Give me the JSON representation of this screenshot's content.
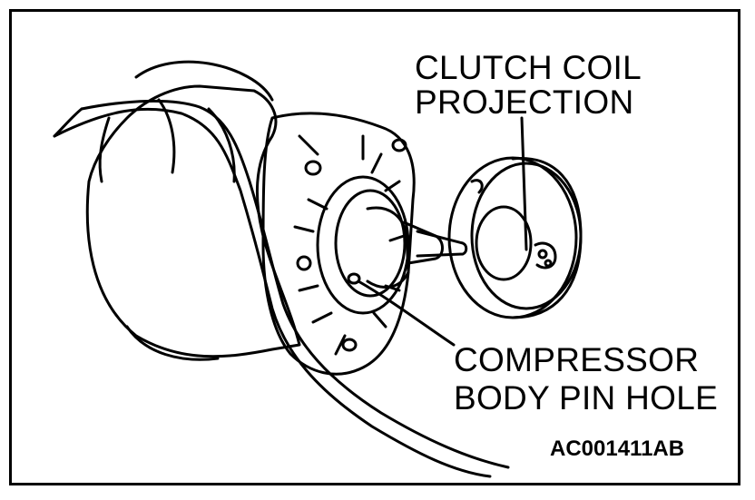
{
  "labels": {
    "clutch_coil_line1": "CLUTCH COIL",
    "clutch_coil_line2": "PROJECTION",
    "compressor_line1": "COMPRESSOR",
    "compressor_line2": "BODY PIN HOLE",
    "figure_code": "AC001411AB"
  },
  "colors": {
    "ink": "#000000",
    "paper": "#ffffff"
  }
}
